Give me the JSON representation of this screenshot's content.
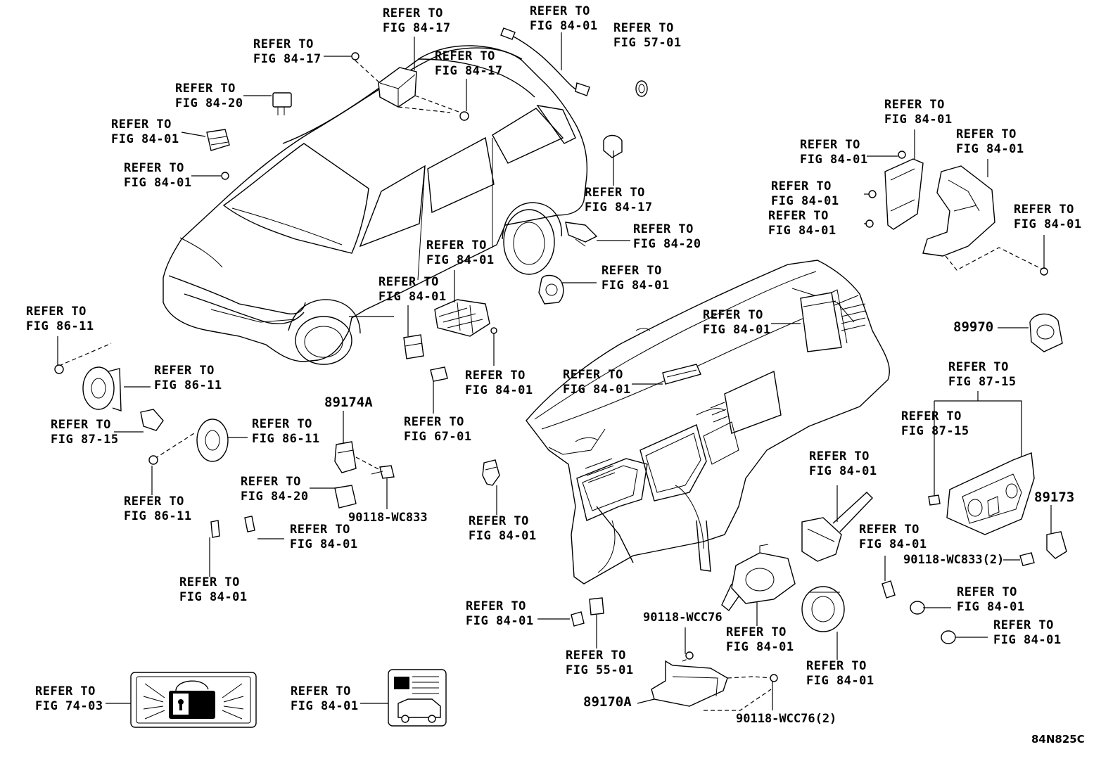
{
  "callouts": [
    {
      "line1": "REFER TO",
      "line2": "FIG 84-17"
    },
    {
      "line1": "REFER TO",
      "line2": "FIG 84-01"
    },
    {
      "line1": "REFER TO",
      "line2": "FIG 57-01"
    },
    {
      "line1": "REFER TO",
      "line2": "FIG 84-17"
    },
    {
      "line1": "REFER TO",
      "line2": "FIG 84-17"
    },
    {
      "line1": "REFER TO",
      "line2": "FIG 84-20"
    },
    {
      "line1": "REFER TO",
      "line2": "FIG 84-01"
    },
    {
      "line1": "REFER TO",
      "line2": "FIG 84-01"
    },
    {
      "line1": "REFER TO",
      "line2": "FIG 84-01"
    },
    {
      "line1": "REFER TO",
      "line2": "FIG 84-01"
    },
    {
      "line1": "REFER TO",
      "line2": "FIG 84-01"
    },
    {
      "line1": "REFER TO",
      "line2": "FIG 84-01"
    },
    {
      "line1": "REFER TO",
      "line2": "FIG 84-01"
    },
    {
      "line1": "REFER TO",
      "line2": "FIG 84-17"
    },
    {
      "line1": "REFER TO",
      "line2": "FIG 84-20"
    },
    {
      "line1": "REFER TO",
      "line2": "FIG 84-01"
    },
    {
      "line1": "REFER TO",
      "line2": "FIG 84-01"
    },
    {
      "line1": "REFER TO",
      "line2": "FIG 84-01"
    },
    {
      "line1": "REFER TO",
      "line2": "FIG 84-01"
    },
    {
      "line1": "REFER TO",
      "line2": "FIG 86-11"
    },
    {
      "line1": "REFER TO",
      "line2": "FIG 86-11"
    },
    {
      "line1": "REFER TO",
      "line2": "FIG 84-01"
    },
    {
      "line1": "REFER TO",
      "line2": "FIG 84-01"
    },
    {
      "line1": "REFER TO",
      "line2": "FIG 87-15"
    },
    {
      "line1": "REFER TO",
      "line2": "FIG 86-11"
    },
    {
      "line1": "REFER TO",
      "line2": "FIG 67-01"
    },
    {
      "line1": "REFER TO",
      "line2": "FIG 87-15"
    },
    {
      "line1": "REFER TO",
      "line2": "FIG 87-15"
    },
    {
      "line1": "REFER TO",
      "line2": "FIG 86-11"
    },
    {
      "line1": "REFER TO",
      "line2": "FIG 84-20"
    },
    {
      "line1": "REFER TO",
      "line2": "FIG 84-01"
    },
    {
      "line1": "REFER TO",
      "line2": "FIG 84-01"
    },
    {
      "line1": "REFER TO",
      "line2": "FIG 84-01"
    },
    {
      "line1": "REFER TO",
      "line2": "FIG 84-01"
    },
    {
      "line1": "REFER TO",
      "line2": "FIG 84-01"
    },
    {
      "line1": "REFER TO",
      "line2": "FIG 84-01"
    },
    {
      "line1": "REFER TO",
      "line2": "FIG 84-01"
    },
    {
      "line1": "REFER TO",
      "line2": "FIG 84-01"
    },
    {
      "line1": "REFER TO",
      "line2": "FIG 55-01"
    },
    {
      "line1": "REFER TO",
      "line2": "FIG 84-01"
    },
    {
      "line1": "REFER TO",
      "line2": "FIG 74-03"
    },
    {
      "line1": "REFER TO",
      "line2": "FIG 84-01"
    }
  ],
  "part_numbers": {
    "p89174A": "89174A",
    "p90118_wc833": "90118-WC833",
    "p89970": "89970",
    "p89173": "89173",
    "p90118_wc833_2": "90118-WC833(2)",
    "p90118_wcc76": "90118-WCC76",
    "p89170A": "89170A",
    "p90118_wcc76_2": "90118-WCC76(2)"
  },
  "diagram_code": "84N825C",
  "colors": {
    "ink": "#000000",
    "background": "#ffffff"
  },
  "icons": {
    "anti_theft_label": "lock-warning-label-icon",
    "battery_vehicle_label": "battery-vehicle-label-icon"
  }
}
